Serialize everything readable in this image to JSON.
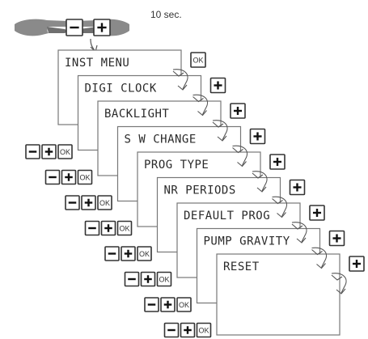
{
  "hold_instruction": {
    "duration": "10 sec.",
    "minus_icon": "minus-icon",
    "plus_icon": "plus-icon"
  },
  "buttons": {
    "minus": "−",
    "plus": "+",
    "ok": "OK"
  },
  "menu_screens": [
    {
      "label": "INST MENU",
      "advance_key": "ok"
    },
    {
      "label": "DIGI CLOCK",
      "advance_key": "plus"
    },
    {
      "label": "BACKLIGHT",
      "advance_key": "plus"
    },
    {
      "label": "S W CHANGE",
      "advance_key": "plus"
    },
    {
      "label": "PROG TYPE",
      "advance_key": "plus"
    },
    {
      "label": "NR PERIODS",
      "advance_key": "plus"
    },
    {
      "label": "DEFAULT PROG",
      "advance_key": "plus"
    },
    {
      "label": "PUMP GRAVITY",
      "advance_key": "plus"
    },
    {
      "label": "RESET",
      "advance_key": "plus"
    }
  ],
  "colors": {
    "line": "#777777",
    "hand": "#8a8a8a",
    "button_fill": "#ffffff"
  }
}
